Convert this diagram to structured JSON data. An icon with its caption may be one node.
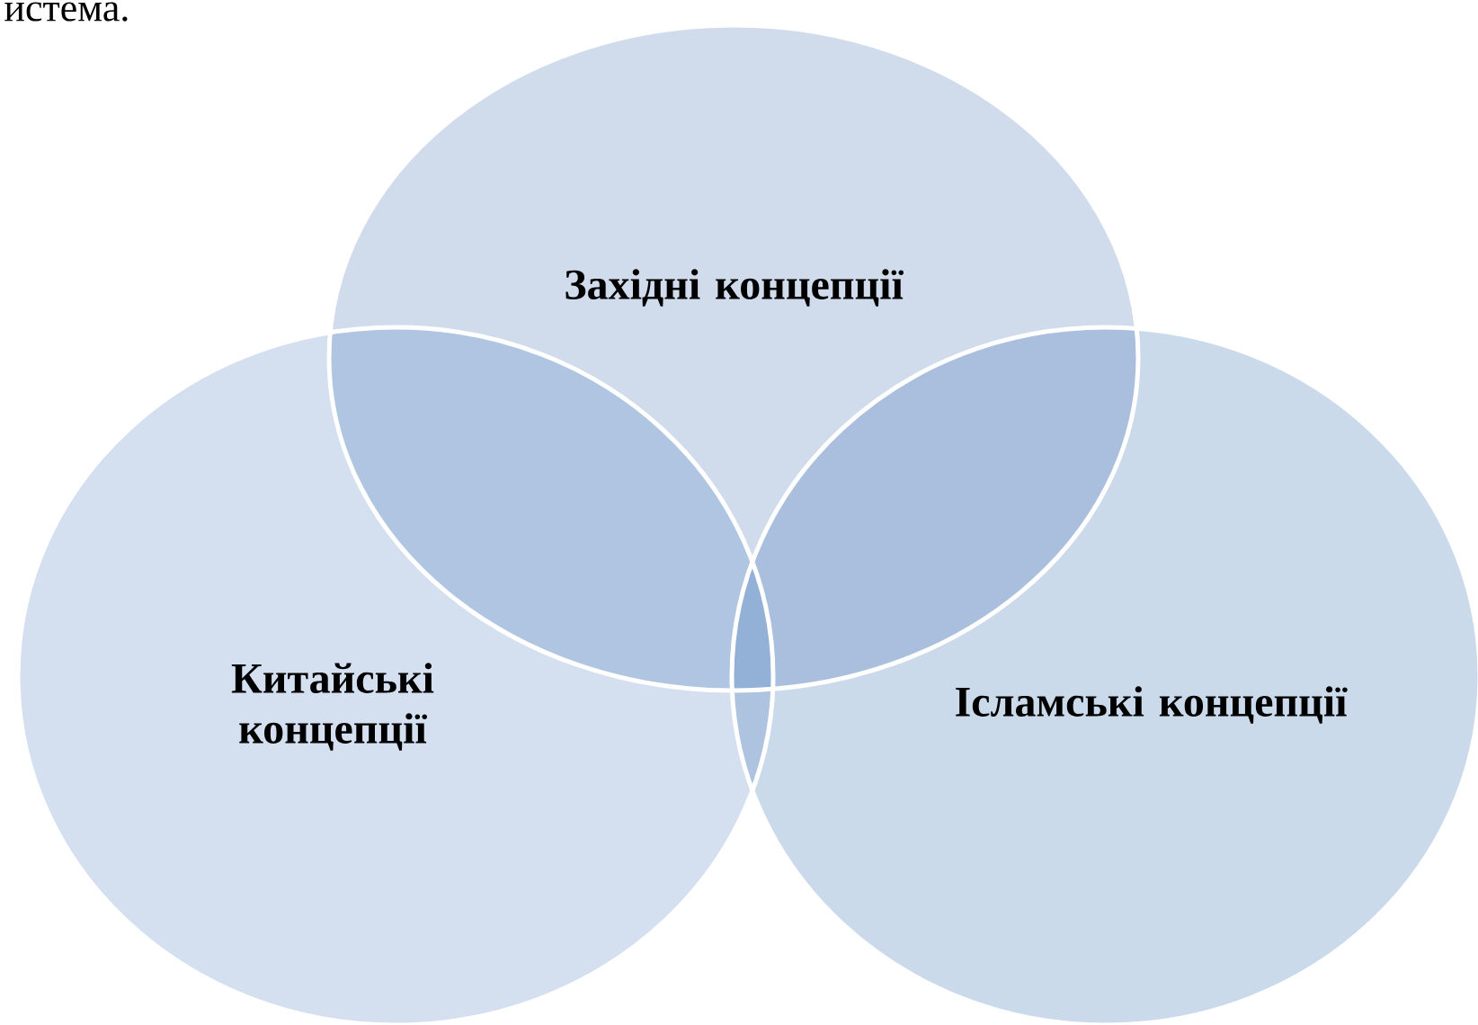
{
  "diagram": {
    "nodes": [
      {
        "text": [
          "Західні концепції"
        ]
      },
      {
        "text": [
          "Китайські концепції"
        ]
      },
      {
        "text": [
          "Ісламські концепції"
        ]
      }
    ],
    "labels": [
      "истема."
    ]
  }
}
